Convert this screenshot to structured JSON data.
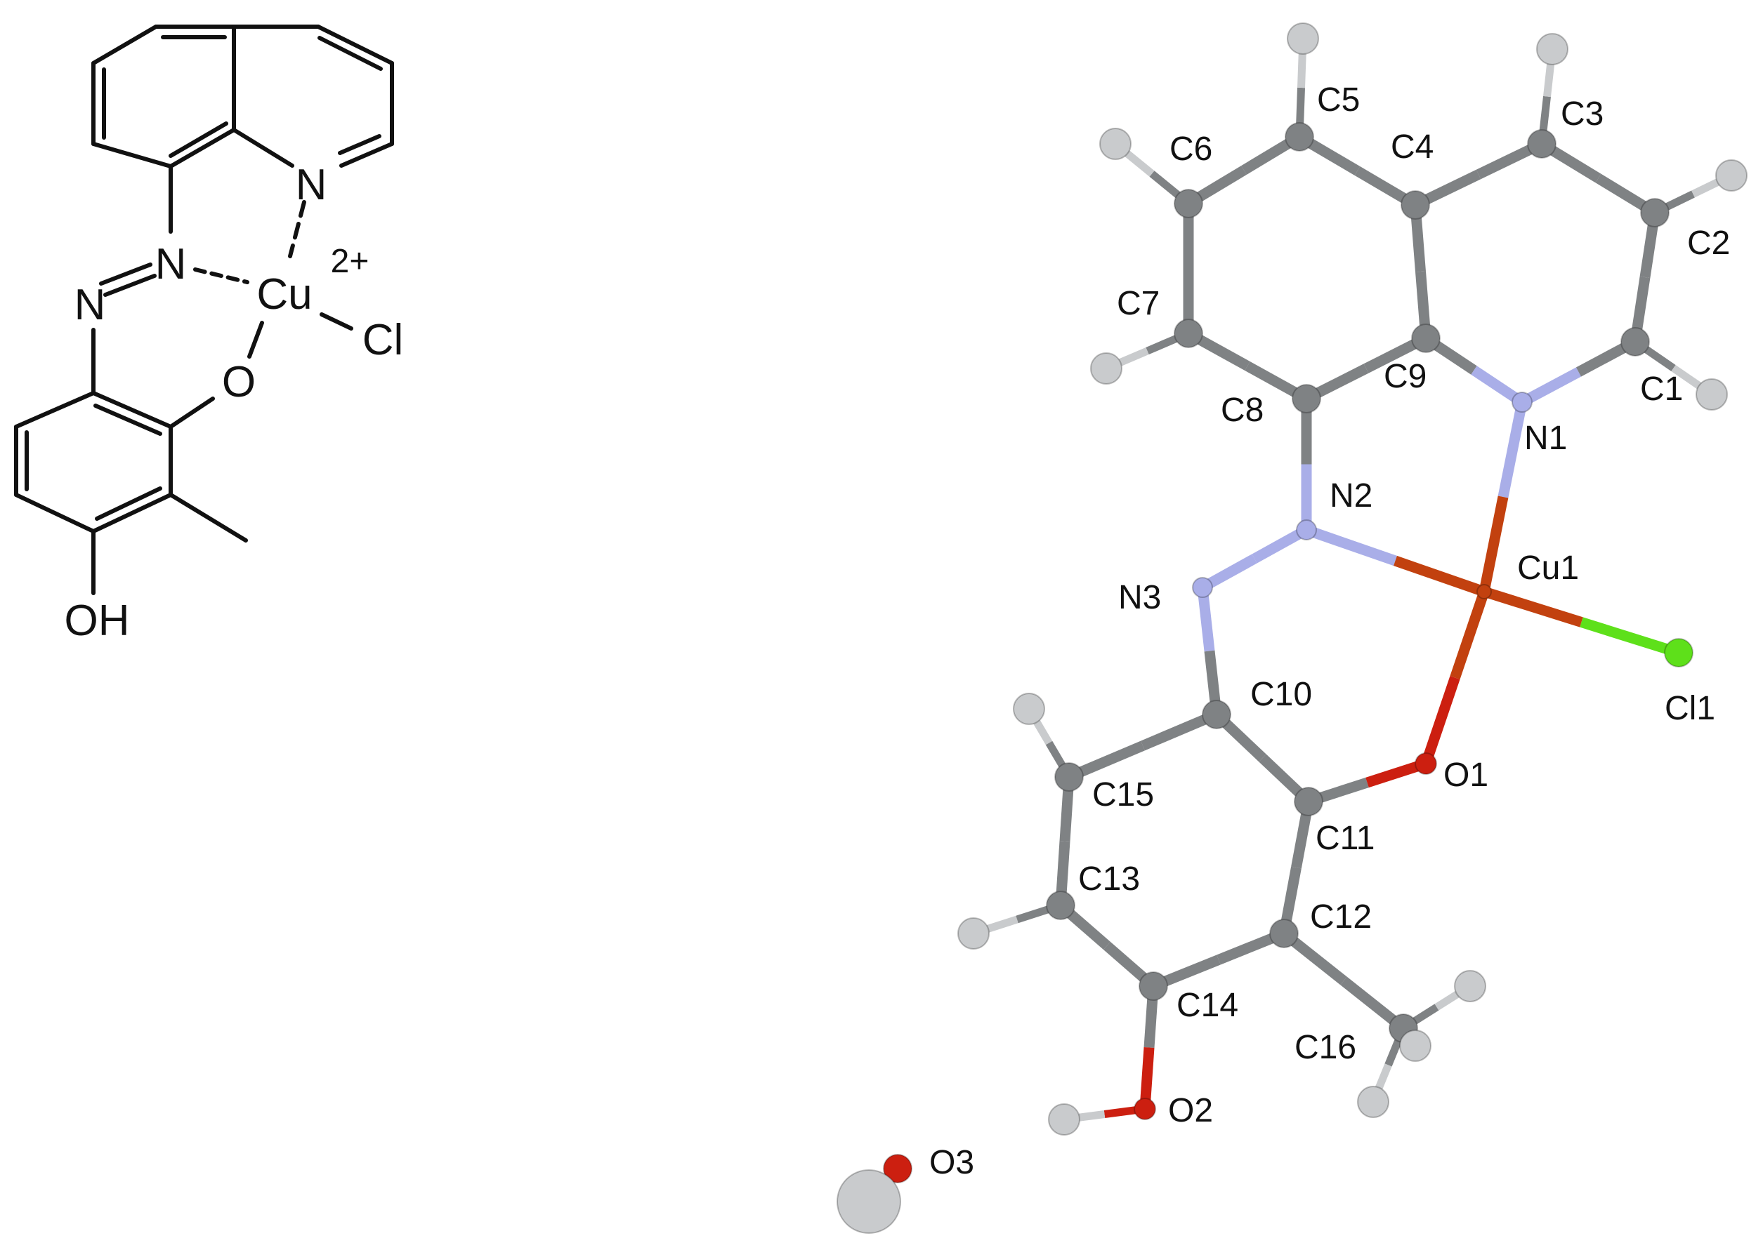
{
  "colors": {
    "carbon": "#7f8284",
    "hydrogen": "#c9cbcd",
    "nitrogen": "#a9aee8",
    "oxygen": "#cc1f10",
    "copper": "#c2410f",
    "chlorine": "#5ee01a",
    "skeleton": "#111111"
  },
  "skeletal": {
    "atoms": {
      "N_ring": "N",
      "N_azo1": "N",
      "N_azo2": "N",
      "Cu": "Cu",
      "charge": "2+",
      "Cl": "Cl",
      "O": "O",
      "OH": "OH"
    }
  },
  "crystal": {
    "labels": {
      "C1": "C1",
      "C2": "C2",
      "C3": "C3",
      "C4": "C4",
      "C5": "C5",
      "C6": "C6",
      "C7": "C7",
      "C8": "C8",
      "C9": "C9",
      "C10": "C10",
      "C11": "C11",
      "C12": "C12",
      "C13": "C13",
      "C14": "C14",
      "C15": "C15",
      "C16": "C16",
      "N1": "N1",
      "N2": "N2",
      "N3": "N3",
      "Cu1": "Cu1",
      "Cl1": "Cl1",
      "O1": "O1",
      "O2": "O2",
      "O3": "O3"
    },
    "elements": {
      "C1": "carbon",
      "C2": "carbon",
      "C3": "carbon",
      "C4": "carbon",
      "C5": "carbon",
      "C6": "carbon",
      "C7": "carbon",
      "C8": "carbon",
      "C9": "carbon",
      "C10": "carbon",
      "C11": "carbon",
      "C12": "carbon",
      "C13": "carbon",
      "C14": "carbon",
      "C15": "carbon",
      "C16": "carbon",
      "N1": "nitrogen",
      "N2": "nitrogen",
      "N3": "nitrogen",
      "Cu1": "copper",
      "Cl1": "chlorine",
      "O1": "oxygen",
      "O2": "oxygen",
      "O3": "oxygen"
    },
    "bonds": [
      [
        "C1",
        "C2"
      ],
      [
        "C2",
        "C3"
      ],
      [
        "C3",
        "C4"
      ],
      [
        "C4",
        "C5"
      ],
      [
        "C5",
        "C6"
      ],
      [
        "C6",
        "C7"
      ],
      [
        "C7",
        "C8"
      ],
      [
        "C8",
        "C9"
      ],
      [
        "C9",
        "C4"
      ],
      [
        "C9",
        "N1"
      ],
      [
        "N1",
        "C1"
      ],
      [
        "C8",
        "N2"
      ],
      [
        "N2",
        "N3"
      ],
      [
        "N2",
        "Cu1"
      ],
      [
        "N1",
        "Cu1"
      ],
      [
        "Cu1",
        "Cl1"
      ],
      [
        "Cu1",
        "O1"
      ],
      [
        "N3",
        "C10"
      ],
      [
        "C10",
        "C11"
      ],
      [
        "C11",
        "O1"
      ],
      [
        "C10",
        "C15"
      ],
      [
        "C15",
        "C13"
      ],
      [
        "C13",
        "C14"
      ],
      [
        "C14",
        "C12"
      ],
      [
        "C12",
        "C11"
      ],
      [
        "C12",
        "C16"
      ],
      [
        "C14",
        "O2"
      ],
      [
        "C1",
        "H1"
      ],
      [
        "C2",
        "H2"
      ],
      [
        "C3",
        "H3"
      ],
      [
        "C5",
        "H5"
      ],
      [
        "C6",
        "H6"
      ],
      [
        "C7",
        "H7"
      ],
      [
        "C15",
        "H15"
      ],
      [
        "C13",
        "H13"
      ],
      [
        "C16",
        "H16a"
      ],
      [
        "C16",
        "H16b"
      ],
      [
        "C16",
        "H16c"
      ],
      [
        "O2",
        "H2o"
      ]
    ]
  }
}
